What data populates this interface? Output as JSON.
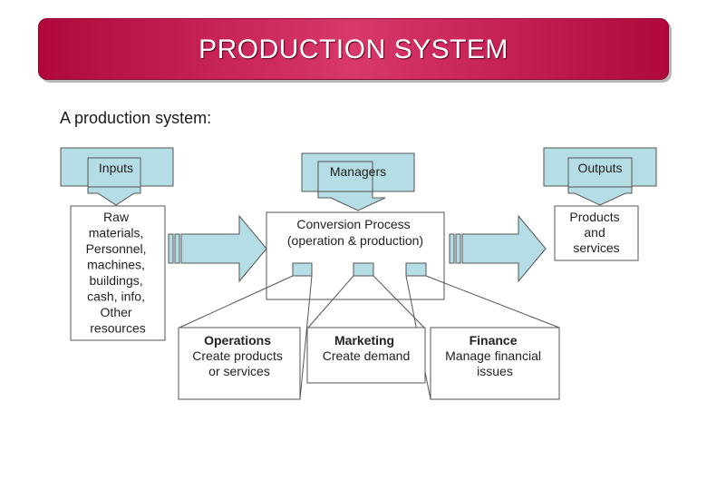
{
  "slide": {
    "title": "PRODUCTION SYSTEM",
    "subtitle": "A production system:"
  },
  "diagram": {
    "inputs_header": "Inputs",
    "managers_header": "Managers",
    "outputs_header": "Outputs",
    "inputs_list": [
      "Raw",
      "materials,",
      "Personnel,",
      "machines,",
      "buildings,",
      "cash, info,",
      "Other",
      "resources"
    ],
    "conversion_lines": [
      "Conversion Process",
      "(operation & production)"
    ],
    "outputs_list": [
      "Products",
      "and",
      "services"
    ],
    "operations": {
      "title": "Operations",
      "lines": [
        "Create products",
        "or services"
      ]
    },
    "marketing": {
      "title": "Marketing",
      "lines": [
        "Create demand"
      ]
    },
    "finance": {
      "title": "Finance",
      "lines": [
        "Manage financial",
        "issues"
      ]
    }
  },
  "colors": {
    "banner": "#c0144a",
    "box_fill": "#b5dde5",
    "box_stroke": "#555555"
  }
}
